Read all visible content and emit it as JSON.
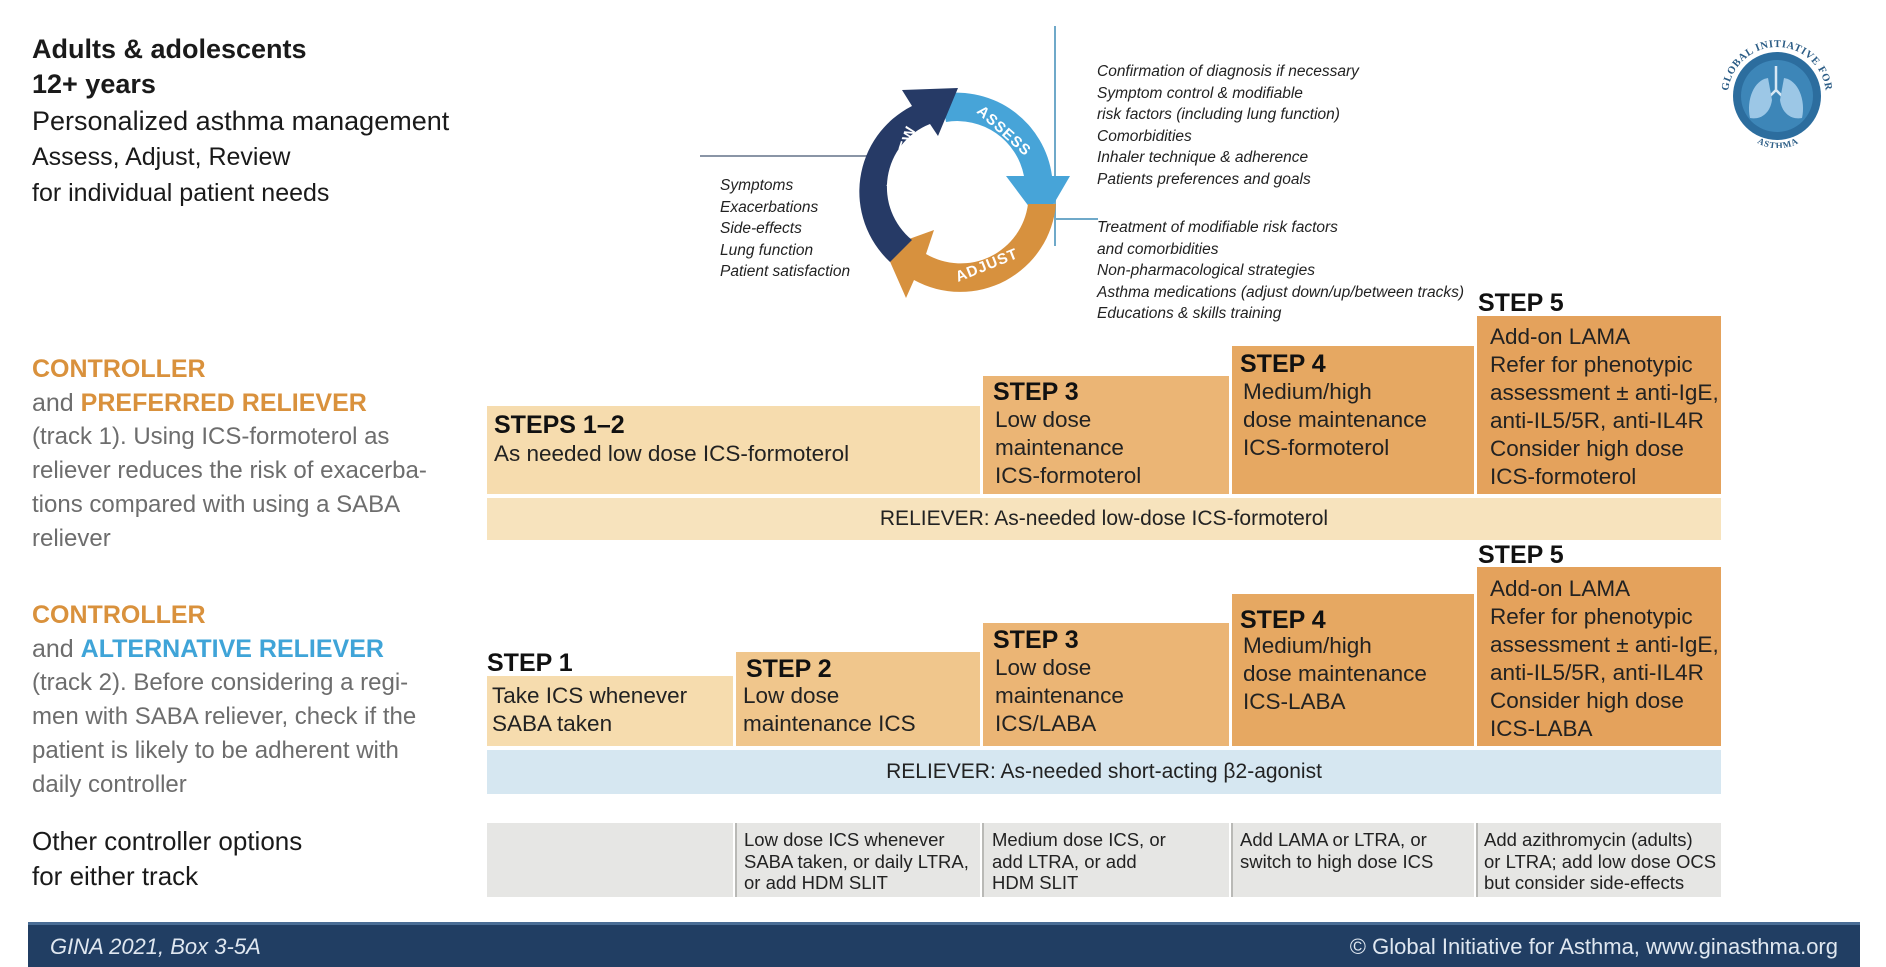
{
  "header": {
    "title_line1": "Adults & adolescents",
    "title_line2": "12+ years",
    "subtitle": "Personalized asthma management",
    "subtitle2_line1": "Assess, Adjust, Review",
    "subtitle2_line2": "for individual patient needs"
  },
  "cycle": {
    "review_label": "REVIEW",
    "assess_label": "ASSESS",
    "adjust_label": "ADJUST",
    "colors": {
      "review": "#263a66",
      "assess": "#47a4d8",
      "adjust": "#d7913e"
    },
    "review_items": [
      "Symptoms",
      "Exacerbations",
      "Side-effects",
      "Lung function",
      "Patient satisfaction"
    ],
    "assess_items": [
      "Confirmation of diagnosis if necessary",
      "Symptom control & modifiable",
      "risk factors (including lung function)",
      "Comorbidities",
      "Inhaler technique & adherence",
      "Patients preferences and goals"
    ],
    "adjust_items": [
      "Treatment of modifiable risk factors",
      "and comorbidities",
      "Non-pharmacological strategies",
      "Asthma medications (adjust down/up/between tracks)",
      "Educations & skills training"
    ]
  },
  "logo": {
    "top_text": "GLOBAL INITIATIVE FOR",
    "bottom_text": "ASTHMA",
    "icon": "lungs-seal-icon"
  },
  "track1": {
    "controller": "CONTROLLER",
    "and": "and",
    "reliever_type": "PREFERRED RELIEVER",
    "description": [
      "(track 1). Using ICS-formoterol as",
      "reliever reduces the risk of exacerba-",
      "tions compared with using a SABA",
      "reliever"
    ],
    "steps": [
      {
        "title": "STEPS 1–2",
        "lines": [
          "As needed low dose ICS-formoterol"
        ]
      },
      {
        "title": "STEP 3",
        "lines": [
          "Low dose",
          "maintenance",
          "ICS-formoterol"
        ]
      },
      {
        "title": "STEP 4",
        "lines": [
          "Medium/high",
          "dose maintenance",
          "ICS-formoterol"
        ]
      },
      {
        "title": "STEP 5",
        "lines": [
          "Add-on LAMA",
          "Refer for phenotypic",
          "assessment ± anti-IgE,",
          "anti-IL5/5R, anti-IL4R",
          "Consider high dose",
          "ICS-formoterol"
        ]
      }
    ],
    "reliever": "RELIEVER: As-needed low-dose ICS-formoterol"
  },
  "track2": {
    "controller": "CONTROLLER",
    "and": "and",
    "reliever_type": "ALTERNATIVE RELIEVER",
    "description": [
      "(track 2). Before considering a regi-",
      "men with SABA reliever, check if the",
      "patient is likely to be adherent with",
      "daily controller"
    ],
    "steps": [
      {
        "title": "STEP 1",
        "lines": [
          "Take ICS whenever",
          "SABA taken"
        ]
      },
      {
        "title": "STEP 2",
        "lines": [
          "Low dose",
          "maintenance ICS"
        ]
      },
      {
        "title": "STEP 3",
        "lines": [
          "Low dose",
          "maintenance",
          "ICS/LABA"
        ]
      },
      {
        "title": "STEP 4",
        "lines": [
          "Medium/high",
          "dose maintenance",
          "ICS-LABA"
        ]
      },
      {
        "title": "STEP 5",
        "lines": [
          "Add-on LAMA",
          "Refer for phenotypic",
          "assessment ± anti-IgE,",
          "anti-IL5/5R, anti-IL4R",
          "Consider high dose",
          "ICS-LABA"
        ]
      }
    ],
    "reliever": "RELIEVER: As-needed short-acting β2-agonist"
  },
  "other": {
    "label_line1": "Other controller options",
    "label_line2": "for either track",
    "options": [
      [],
      [
        "Low dose ICS whenever",
        "SABA taken, or daily LTRA,",
        "or add HDM SLIT"
      ],
      [
        "Medium dose ICS, or",
        "add LTRA, or add",
        "HDM SLIT"
      ],
      [
        "Add LAMA or LTRA, or",
        "switch to high dose ICS"
      ],
      [
        "Add azithromycin (adults)",
        "or LTRA; add low dose OCS",
        "but consider side-effects"
      ]
    ]
  },
  "footer": {
    "left": "GINA 2021, Box 3-5A",
    "right": "© Global Initiative for Asthma, www.ginasthma.org"
  }
}
